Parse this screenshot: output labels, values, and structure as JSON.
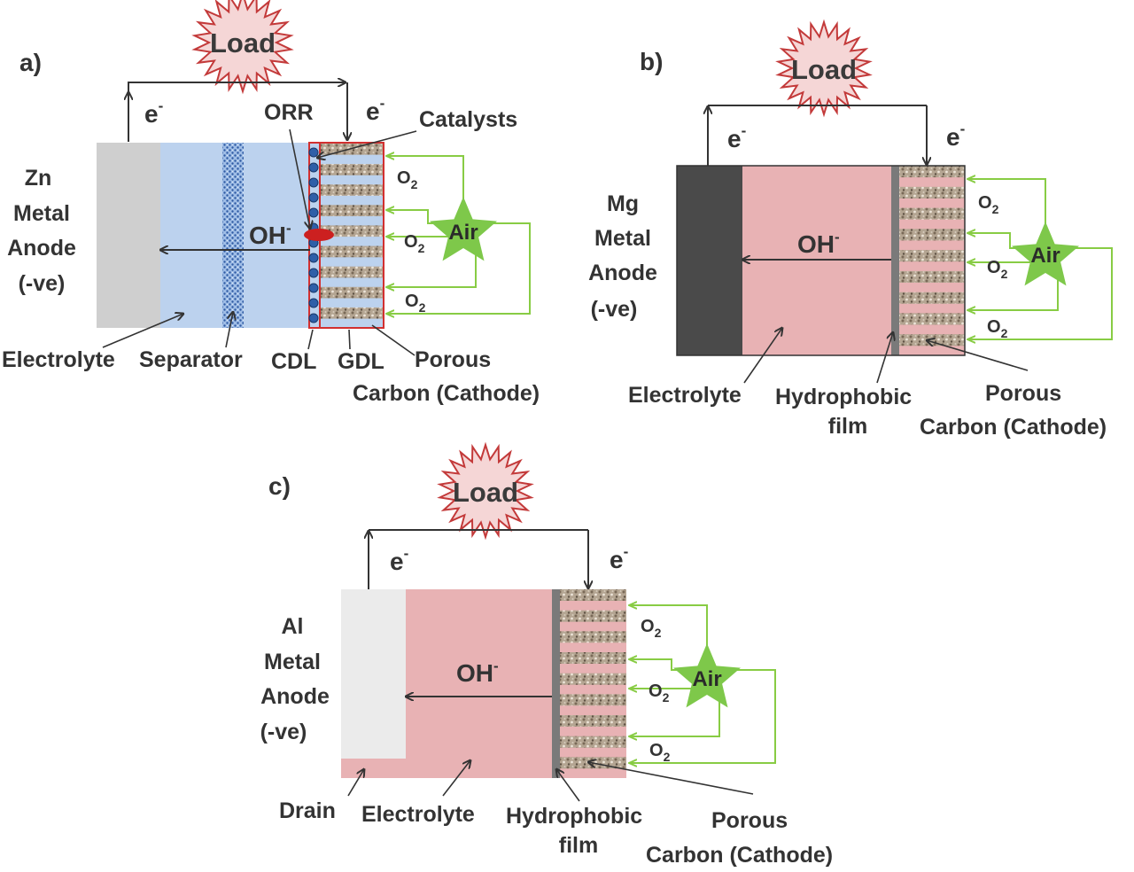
{
  "panels": {
    "a": {
      "tag": "a)",
      "load": "Load",
      "e_left": "e",
      "e_right": "e",
      "e_sup": "-",
      "anode": [
        "Zn",
        "Metal",
        "Anode",
        "(-ve)"
      ],
      "orr": "ORR",
      "catalysts": "Catalysts",
      "oh": "OH",
      "oh_sup": "-",
      "air": "Air",
      "o2": "O",
      "o2_sub": "2",
      "electrolyte": "Electrolyte",
      "separator": "Separator",
      "cdl": "CDL",
      "gdl": "GDL",
      "porous": "Porous",
      "carbon_cathode": "Carbon (Cathode)"
    },
    "b": {
      "tag": "b)",
      "load": "Load",
      "e_left": "e",
      "e_right": "e",
      "e_sup": "-",
      "anode": [
        "Mg",
        "Metal",
        "Anode",
        "(-ve)"
      ],
      "oh": "OH",
      "oh_sup": "-",
      "air": "Air",
      "o2": "O",
      "o2_sub": "2",
      "electrolyte": "Electrolyte",
      "hydrophobic": "Hydrophobic",
      "film": "film",
      "porous": "Porous",
      "carbon_cathode": "Carbon (Cathode)"
    },
    "c": {
      "tag": "c)",
      "load": "Load",
      "e_left": "e",
      "e_right": "e",
      "e_sup": "-",
      "anode": [
        "Al",
        "Metal",
        "Anode",
        "(-ve)"
      ],
      "oh": "OH",
      "oh_sup": "-",
      "air": "Air",
      "o2": "O",
      "o2_sub": "2",
      "drain": "Drain",
      "electrolyte": "Electrolyte",
      "hydrophobic": "Hydrophobic",
      "film": "film",
      "porous": "Porous",
      "carbon_cathode": "Carbon (Cathode)"
    }
  },
  "colors": {
    "zn_anode": "#cfcfcf",
    "mg_anode": "#4a4a4a",
    "al_anode": "#ebebeb",
    "electrolyte_blue": "#bcd2ee",
    "electrolyte_pink": "#e8b2b4",
    "separator": "#3a67b0",
    "catalyst_dots": "#2f5fa8",
    "orr_blob": "#cc2020",
    "cathode_outline": "#d23030",
    "air_star": "#7ec84a",
    "air_lines": "#88cc44",
    "load_burst_fill": "#f5d6d6",
    "load_burst_stroke": "#c33a3a",
    "hydrophobic_film": "#7a7a7a",
    "circuit": "#333333"
  },
  "icons": [
    "load-burst-icon",
    "air-star-icon",
    "porous-carbon-texture",
    "separator-mesh"
  ]
}
